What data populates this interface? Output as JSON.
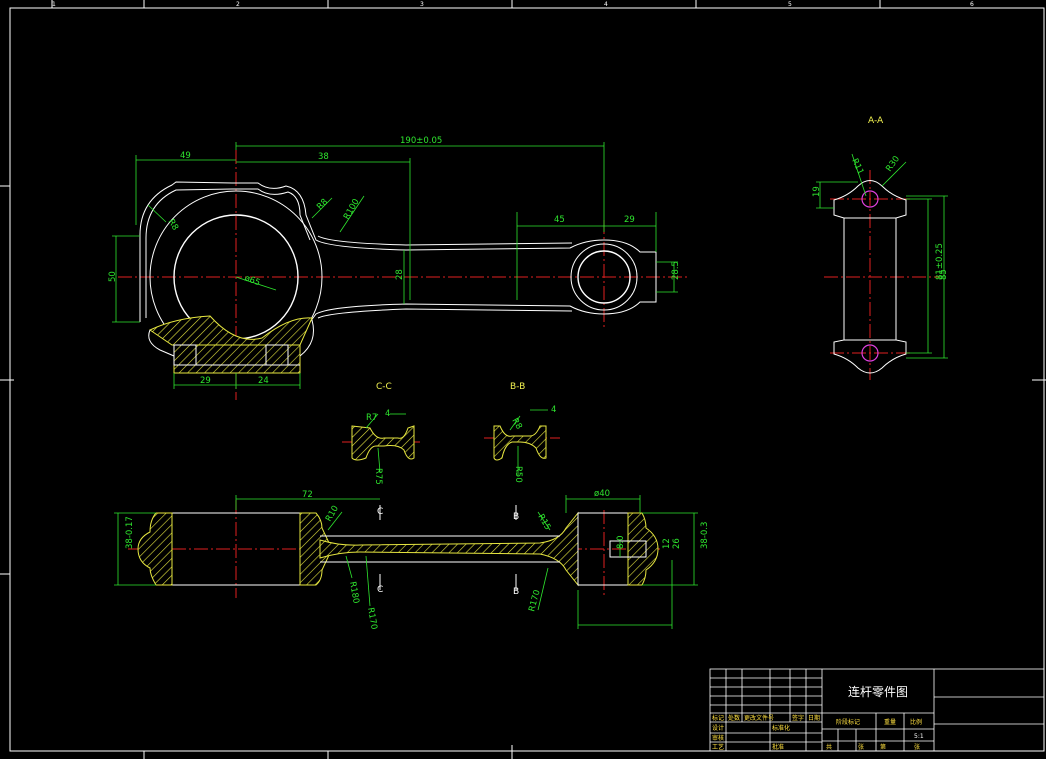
{
  "drawing": {
    "title_block": {
      "name": "连杆零件图",
      "scale_value": "5:1",
      "row_labels": {
        "r1": [
          "标记",
          "处数",
          "更改文件号",
          "签字",
          "日期"
        ],
        "r2": [
          "设计",
          "",
          "标准化",
          "",
          "阶段标记"
        ],
        "r3": [
          "审核",
          "",
          "",
          "",
          ""
        ],
        "r4": [
          "工艺",
          "",
          "批准",
          "",
          ""
        ],
        "right_labels": [
          "重量",
          "比例"
        ],
        "bottom_labels": [
          "共",
          "张",
          "第",
          "张"
        ]
      }
    },
    "border_numbers": [
      "1",
      "2",
      "3",
      "4",
      "5",
      "6"
    ],
    "views": {
      "section_aa": "A-A",
      "section_cc": "C-C",
      "section_bb": "B-B"
    },
    "dimensions": {
      "d49": "49",
      "d38": "38",
      "d190": "190±0.05",
      "d45": "45",
      "d29": "29",
      "d50": "50",
      "d28": "28",
      "d28_5": "28.5",
      "r8": "R8",
      "r100": "R100",
      "r8b": "R8",
      "phi": "ø65",
      "d29b": "29",
      "d24": "24",
      "aa_r11": "R11",
      "aa_r30": "R30",
      "aa_19": "19",
      "aa_81": "81±0.25",
      "aa_85": "85",
      "cc_r7": "R7",
      "cc_4": "4",
      "cc_r75": "R75",
      "bb_r8": "R8",
      "bb_4": "4",
      "bb_r50": "R50",
      "s72": "72",
      "s_r10": "R10",
      "s_r180": "R180",
      "s_r170a": "R170",
      "s_phi40": "ø40",
      "s_r15": "R15",
      "s_r170b": "R170",
      "s_left": "38-0.17",
      "s_right": "38-0.3",
      "s_8": "8.0",
      "s_12": "12",
      "s_26": "26"
    },
    "section_marks": {
      "c_top": "C",
      "c_bot": "C",
      "b_top": "B",
      "b_bot": "B"
    }
  }
}
